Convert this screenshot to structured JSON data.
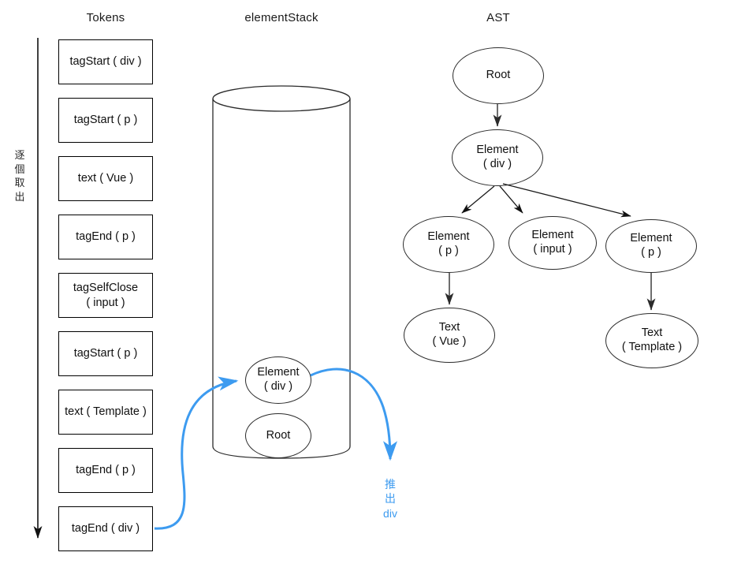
{
  "columns": {
    "tokens_title": "Tokens",
    "stack_title": "elementStack",
    "ast_title": "AST"
  },
  "annotations": {
    "take_one_by_one": "逐\n個\n取\n出",
    "pop_div": "推\n出\ndiv",
    "pop_div_color": "#3d9bf0"
  },
  "tokens": [
    {
      "label": "tagStart ( div )"
    },
    {
      "label": "tagStart ( p )"
    },
    {
      "label": "text ( Vue )"
    },
    {
      "label": "tagEnd ( p )"
    },
    {
      "label": "tagSelfClose\n( input )"
    },
    {
      "label": "tagStart ( p )"
    },
    {
      "label": "text ( Template )"
    },
    {
      "label": "tagEnd ( p )"
    },
    {
      "label": "tagEnd ( div )"
    }
  ],
  "element_stack": {
    "nodes": [
      {
        "label": "Element\n( div )"
      },
      {
        "label": "Root"
      }
    ]
  },
  "ast": {
    "nodes": [
      {
        "id": "root",
        "label": "Root"
      },
      {
        "id": "el-div",
        "label": "Element\n( div )"
      },
      {
        "id": "el-p1",
        "label": "Element\n( p )"
      },
      {
        "id": "el-input",
        "label": "Element\n( input )"
      },
      {
        "id": "el-p2",
        "label": "Element\n( p )"
      },
      {
        "id": "text-vue",
        "label": "Text\n( Vue )"
      },
      {
        "id": "text-template",
        "label": "Text\n( Template )"
      }
    ]
  }
}
